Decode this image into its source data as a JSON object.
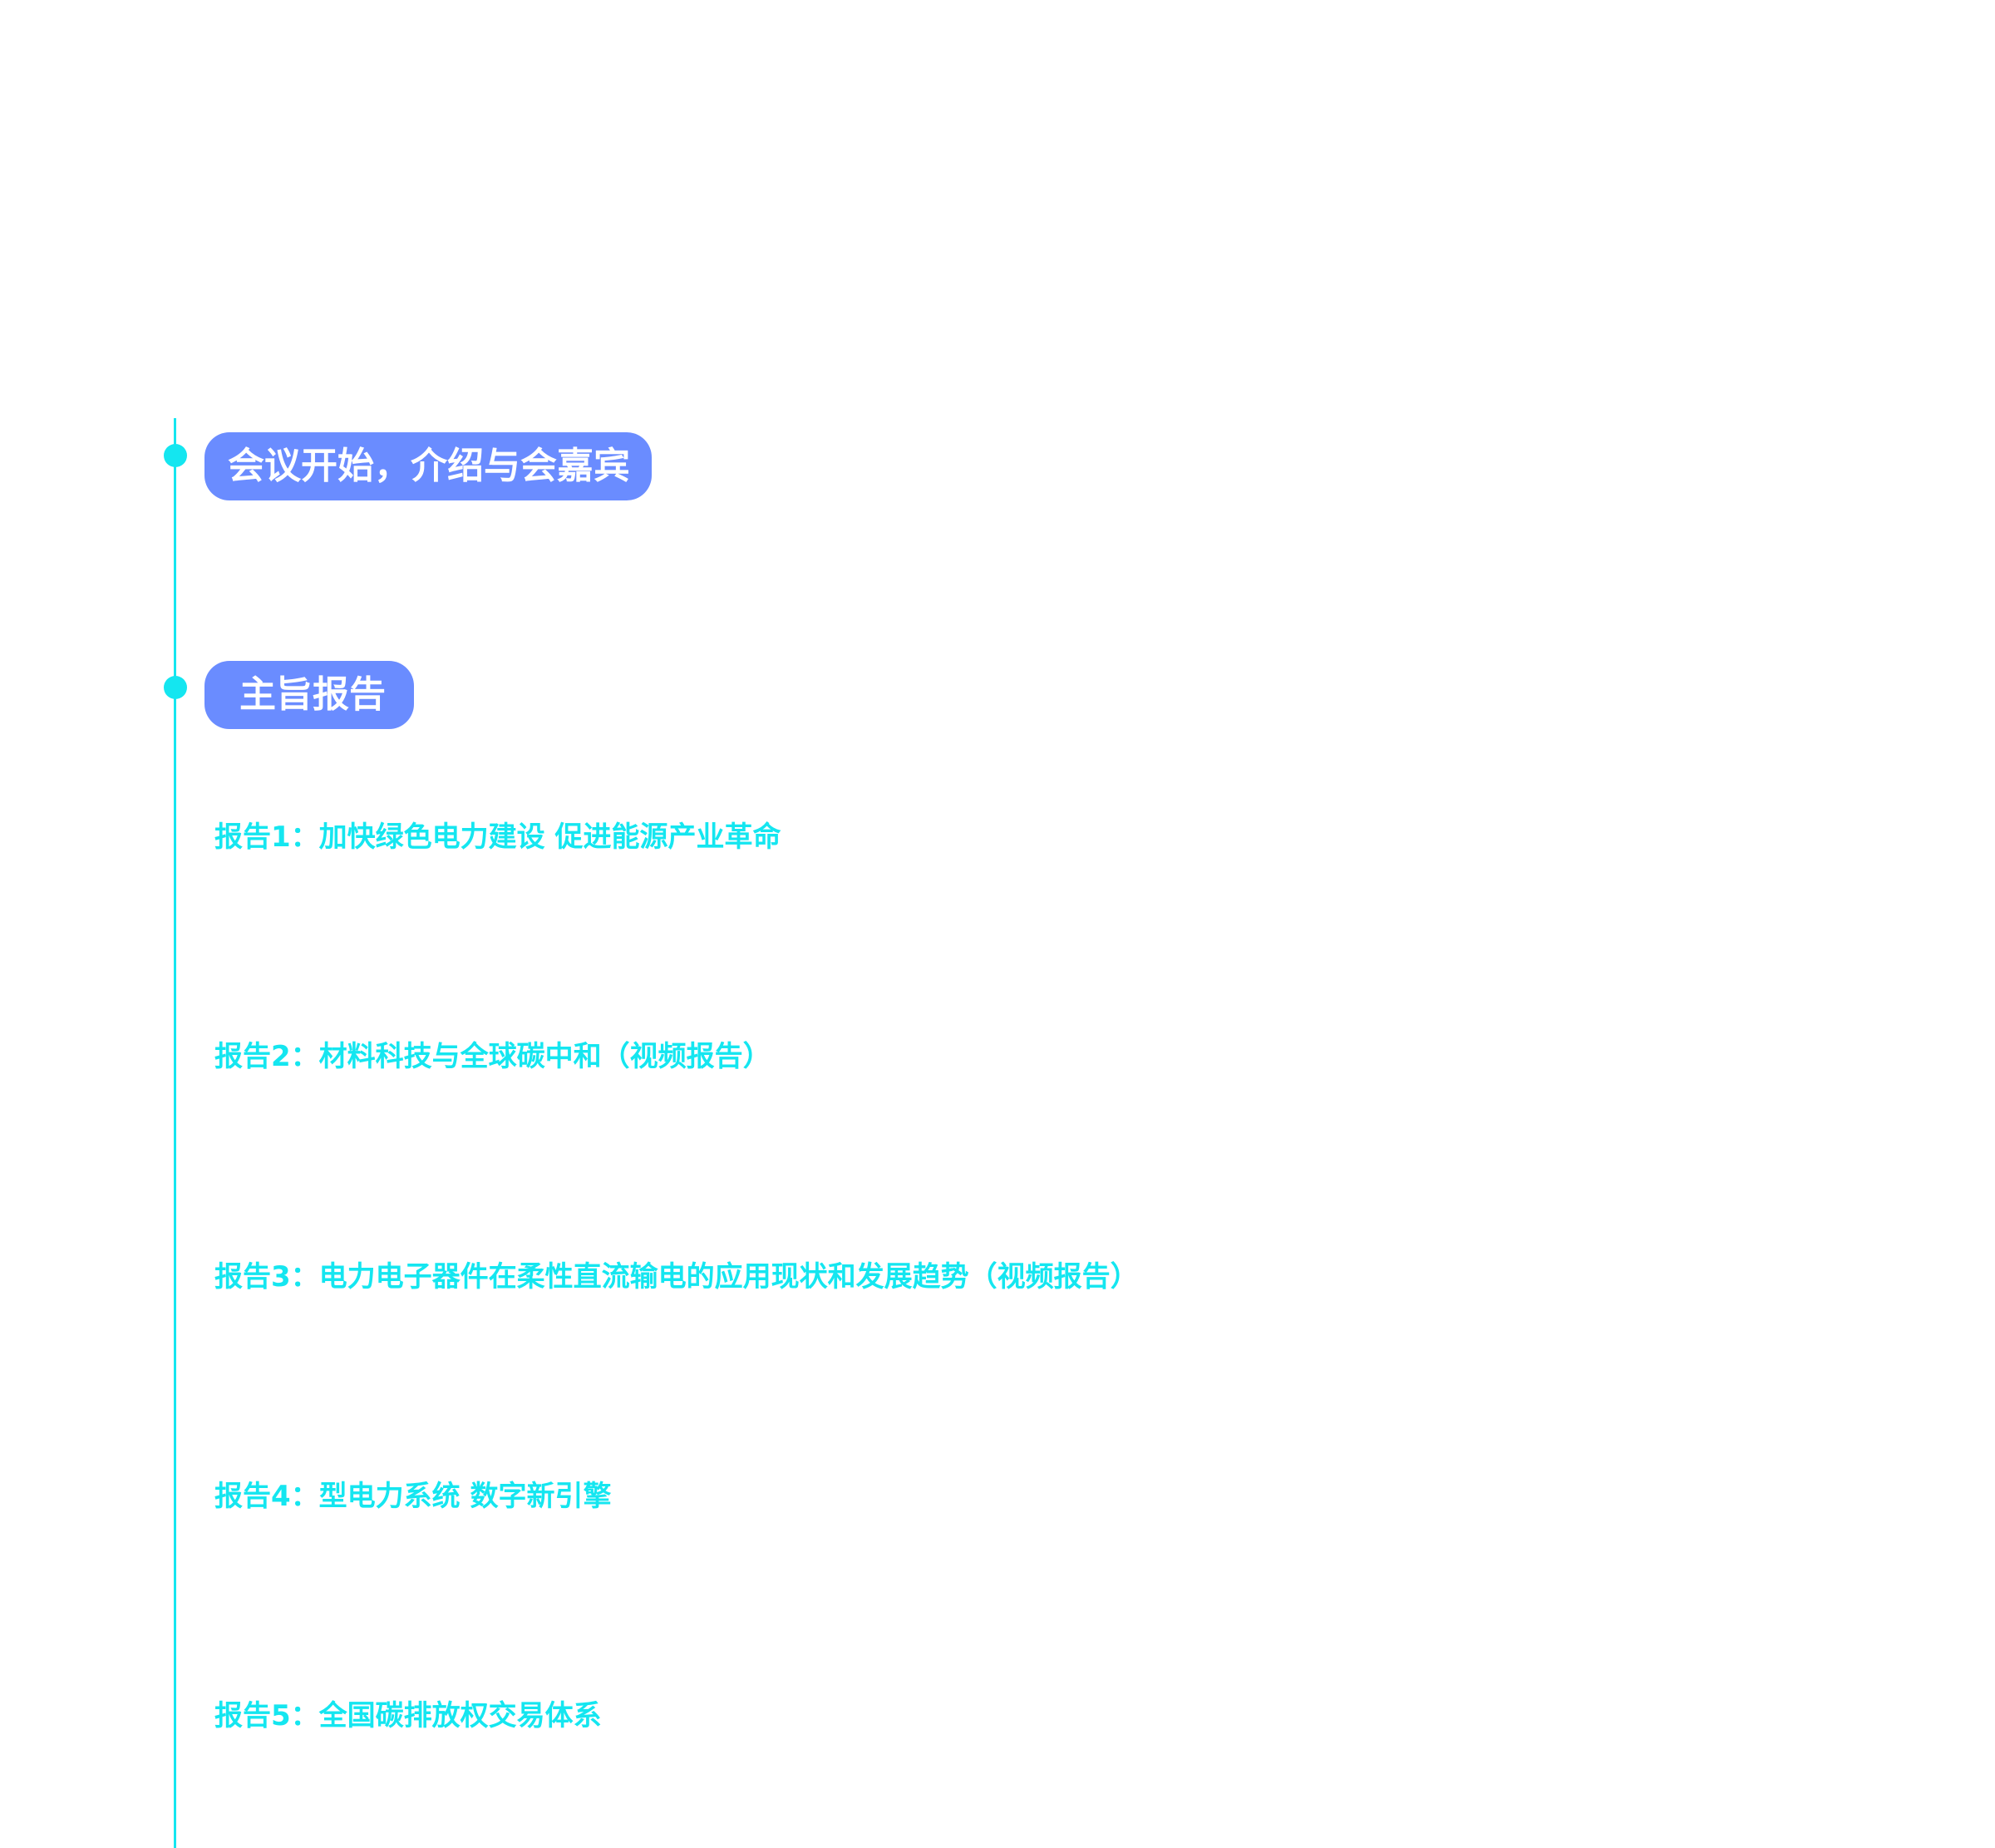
{
  "sections": [
    {
      "title": "会议开始，介绍与会嘉宾"
    },
    {
      "title": "主旨报告"
    }
  ],
  "reports": [
    {
      "label": "报告1：加快绿色电力建设 促进能源产业革命"
    },
    {
      "label": "报告2：材料科技与全球碳中和（视频报告）"
    },
    {
      "label": "报告3：电力电子器件在柔性直流输电的应用现状和发展趋势（视频报告）"
    },
    {
      "label": "报告4：型电力系统 数字新引擎"
    },
    {
      "label": "报告5：全国碳排放权交易体系"
    }
  ],
  "colors": {
    "timeline": "#14e6f0",
    "pill_background": "#6a8cff",
    "pill_text": "#ffffff",
    "report_text": "#14e6f0"
  }
}
